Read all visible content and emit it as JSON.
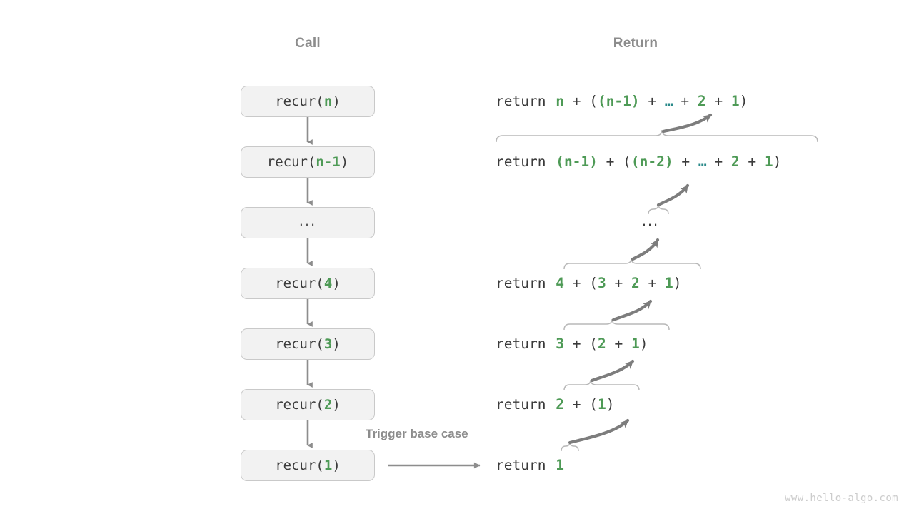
{
  "page": {
    "watermark": "www.hello-algo.com",
    "background": "#ffffff",
    "accent_green": "#4e9a56",
    "ellipsis_teal": "#2a8a8a",
    "text_gray": "#3b3b3b",
    "label_gray": "#8c8c8c",
    "box_fill": "#f2f2f2",
    "box_border": "#c9c9c9",
    "arrow_gray": "#858585",
    "brace_gray": "#b5b5b5"
  },
  "headers": {
    "call": "Call",
    "return": "Return"
  },
  "call_stack": [
    {
      "prefix": "recur(",
      "arg": "n",
      "suffix": ")",
      "dots": false
    },
    {
      "prefix": "recur(",
      "arg": "n-1",
      "suffix": ")",
      "dots": false
    },
    {
      "prefix": "",
      "arg": "",
      "suffix": "",
      "dots": true,
      "dots_text": "..."
    },
    {
      "prefix": "recur(",
      "arg": "4",
      "suffix": ")",
      "dots": false
    },
    {
      "prefix": "recur(",
      "arg": "3",
      "suffix": ")",
      "dots": false
    },
    {
      "prefix": "recur(",
      "arg": "2",
      "suffix": ")",
      "dots": false
    },
    {
      "prefix": "recur(",
      "arg": "1",
      "suffix": ")",
      "dots": false
    }
  ],
  "returns": [
    {
      "keyword": "return",
      "expression": "n + ((n-1) + … + 2 + 1)"
    },
    {
      "keyword": "return",
      "expression": "(n-1) + ((n-2) + … + 2 + 1)"
    },
    {
      "keyword": "",
      "expression": "..."
    },
    {
      "keyword": "return",
      "expression": "4 + (3 + 2 + 1)"
    },
    {
      "keyword": "return",
      "expression": "3 + (2 + 1)"
    },
    {
      "keyword": "return",
      "expression": "2 + (1)"
    },
    {
      "keyword": "return",
      "expression": "1"
    }
  ],
  "annotations": {
    "trigger_base_case": "Trigger base case"
  }
}
